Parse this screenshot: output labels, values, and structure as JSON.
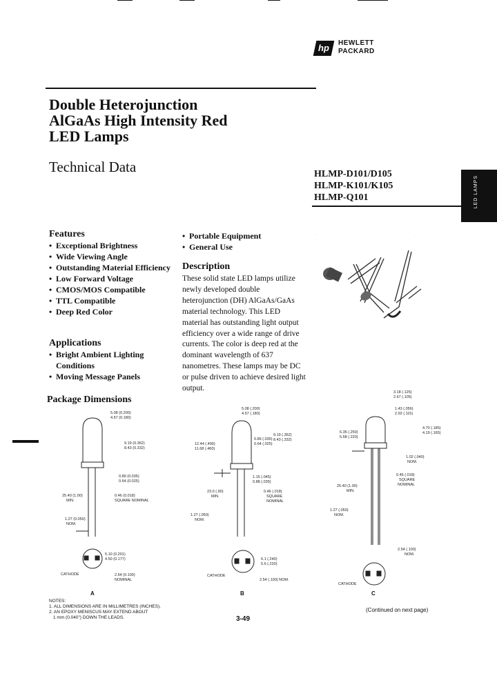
{
  "header": {
    "logo_badge": "hp",
    "logo_line1": "HEWLETT",
    "logo_line2": "PACKARD"
  },
  "title_lines": [
    "Double Heterojunction",
    "AlGaAs High Intensity Red",
    "LED Lamps"
  ],
  "subtitle": "Technical Data",
  "part_numbers": [
    "HLMP-D101/D105",
    "HLMP-K101/K105",
    "HLMP-Q101"
  ],
  "features": {
    "heading": "Features",
    "items": [
      "Exceptional Brightness",
      "Wide Viewing Angle",
      "Outstanding Material Efficiency",
      "Low Forward Voltage",
      "CMOS/MOS Compatible",
      "TTL Compatible",
      "Deep Red Color"
    ]
  },
  "applications": {
    "heading": "Applications",
    "items": [
      "Bright Ambient Lighting Conditions",
      "Moving Message Panels"
    ]
  },
  "column2_items": [
    "Portable Equipment",
    "General Use"
  ],
  "description": {
    "heading": "Description",
    "body": "These solid state LED lamps utilize newly developed double heterojunction (DH) AlGaAs/GaAs material technology. This LED material has outstanding light output efficiency over a wide range of drive currents. The color is deep red at the dominant wavelength of 637 nanometres. These lamps may be DC or pulse driven to achieve desired light output."
  },
  "package_dimensions": {
    "heading": "Package Dimensions",
    "package_a": {
      "label": "A",
      "dims": [
        "5.08 (0.200)",
        "4.57 (0.180)",
        "9.19 (0.362)",
        "8.43 (0.332)",
        "0.89 (0.035)",
        "0.64 (0.025)",
        "25.40 (1.00)",
        "MIN.",
        "0.46 (0.018)",
        "SQUARE NOMINAL",
        "1.27 (0.050)",
        "NOM.",
        "5.10 (0.201)",
        "4.50 (0.177)",
        "2.54 (0.100)",
        "NOMINAL"
      ],
      "cathode": "CATHODE"
    },
    "package_b": {
      "label": "B",
      "dims": [
        "5.08 (.200)",
        "4.57 (.180)",
        "12.44 (.490)",
        "11.68 (.460)",
        "0.89 (.035)",
        "0.64 (.025)",
        "9.19 (.362)",
        "8.43 (.332)",
        "1.15 (.045)",
        "0.88 (.035)",
        "23.0 (.90)",
        "MIN.",
        "0.46 (.018)",
        "SQUARE",
        "NOMINAL",
        "1.27 (.050)",
        "NOM.",
        "6.1 (.240)",
        "5.6 (.220)",
        "2.54 (.100) NOM."
      ],
      "cathode": "CATHODE"
    },
    "package_c": {
      "label": "C",
      "dims": [
        "3.18 (.125)",
        "2.67 (.105)",
        "1.43 (.056)",
        "2.92 (.115)",
        "6.35 (.250)",
        "5.58 (.220)",
        "4.70 (.185)",
        "4.19 (.165)",
        "1.02 (.040)",
        "NOM.",
        "0.46 (.018)",
        "SQUARE",
        "NOMINAL",
        "25.40 (1.00)",
        "MIN.",
        "1.27 (.050)",
        "NOM.",
        "2.54 (.100)",
        "NOM."
      ],
      "cathode": "CATHODE"
    }
  },
  "notes": {
    "heading": "NOTES:",
    "items": [
      "1. ALL DIMENSIONS ARE IN MILLIMETRES (INCHES).",
      "2. AN EPOXY MENISCUS MAY EXTEND ABOUT",
      "1 mm (0.040\") DOWN THE LEADS."
    ]
  },
  "page_number": "3-49",
  "continued": "(Continued on next page)"
}
